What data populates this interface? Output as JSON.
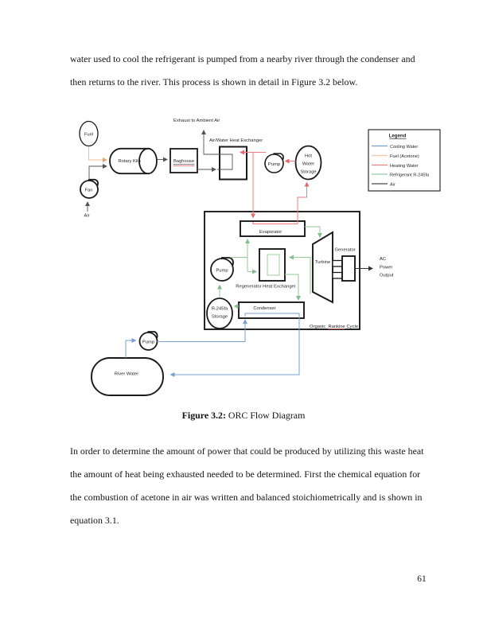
{
  "document": {
    "paragraph_top": {
      "lines": [
        "water used to cool the refrigerant is pumped from a nearby river through the condenser and",
        "then returns to the river. This process is shown in detail in Figure 3.2 below."
      ]
    },
    "caption": {
      "label": "Figure 3.2:",
      "text": " ORC Flow Diagram"
    },
    "paragraph_bottom": {
      "lines": [
        "In order to determine the amount of power that could be produced by utilizing this waste heat",
        "the amount of heat being exhausted needed to be determined. First the chemical equation for",
        "the combustion of acetone in air was written and balanced stoichiometrically and is shown in",
        "equation 3.1."
      ]
    },
    "page_number": "61"
  },
  "diagram": {
    "labels": {
      "fuel": "Fuel",
      "fan": "Fan",
      "air": "Air",
      "rotary_kiln": "Rotary Kiln",
      "baghouse": "Baghouse",
      "exhaust": "Exhaust to Ambient Air",
      "air_water_hx": "Air/Water Heat Exchanger",
      "pump_hot_loop": "Pump",
      "hot_storage_line1": "Hot",
      "hot_storage_line2": "Water",
      "hot_storage_line3": "Storage",
      "evaporator": "Evaporator",
      "turbine": "Turbine",
      "generator": "Generator",
      "ac_line1": "AC",
      "ac_line2": "Power",
      "ac_line3": "Output",
      "pump_orc": "Pump",
      "regenerator": "Regenerator Heat Exchanger",
      "r245fa_line1": "R-245fa",
      "r245fa_line2": "Storage",
      "condenser": "Condenser",
      "orc_word1": "Organic",
      "orc_word2": "Rankine",
      "orc_word3": "Cycle",
      "pump_river": "Pump",
      "river_water": "River Water"
    },
    "legend": {
      "title": "Legend",
      "items": [
        {
          "label": "Cooling Water",
          "color": "#7C9FC9"
        },
        {
          "label": "Fuel (Acetone)",
          "color": "#F6C6A4"
        },
        {
          "label": "Heating Water",
          "color": "#EF8181"
        },
        {
          "label": "Refrigerant R-245fa",
          "color": "#97C9A5"
        },
        {
          "label": "Air",
          "color": "#4A4A4A"
        }
      ]
    },
    "colors": {
      "cooling_water": "#7A9FD0",
      "fuel_acetone": "#F5BE8F",
      "heating_water": "#F27A7A",
      "refrigerant": "#96C796",
      "air": "#555555"
    }
  }
}
